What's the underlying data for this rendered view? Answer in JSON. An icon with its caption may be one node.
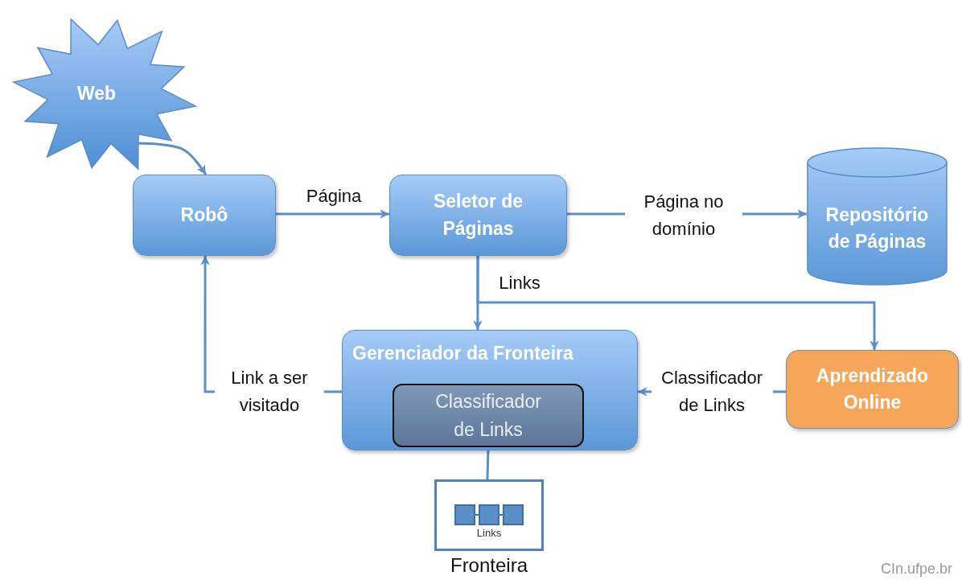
{
  "diagram": {
    "nodes": [
      {
        "text": [
          "Web"
        ]
      },
      {
        "text": [
          "Robô"
        ]
      },
      {
        "text": [
          "Seletor de Páginas"
        ]
      },
      {
        "text": [
          "Repositório de Páginas"
        ]
      },
      {
        "text": [
          "Gerenciador da Fronteira"
        ]
      },
      {
        "text": [
          "Classificador de Links"
        ],
        "in": 4
      },
      {
        "text": [
          "Aprendizado Online"
        ]
      },
      {
        "text": [
          "Links"
        ],
        "beside": [
          "Fronteira"
        ]
      }
    ],
    "edges": [
      {
        "from": 0,
        "to": 1,
        "arrow": "to"
      },
      {
        "from": 1,
        "to": 2,
        "arrow": "to",
        "label": "Página"
      },
      {
        "from": 2,
        "to": 3,
        "arrow": "to",
        "label": "Página no domínio"
      },
      {
        "from": 2,
        "to": 4,
        "arrow": "to",
        "label": "Links"
      },
      {
        "from": 2,
        "to": 6,
        "arrow": "to"
      },
      {
        "from": 6,
        "to": 4,
        "arrow": "to",
        "label": "Classificador de Links"
      },
      {
        "from": 4,
        "to": 1,
        "arrow": "to",
        "label": "Link a ser visitado"
      },
      {
        "from": 5,
        "to": 7,
        "arrow": "none"
      }
    ],
    "labels": [
      "CIn.ufpe.br"
    ]
  }
}
